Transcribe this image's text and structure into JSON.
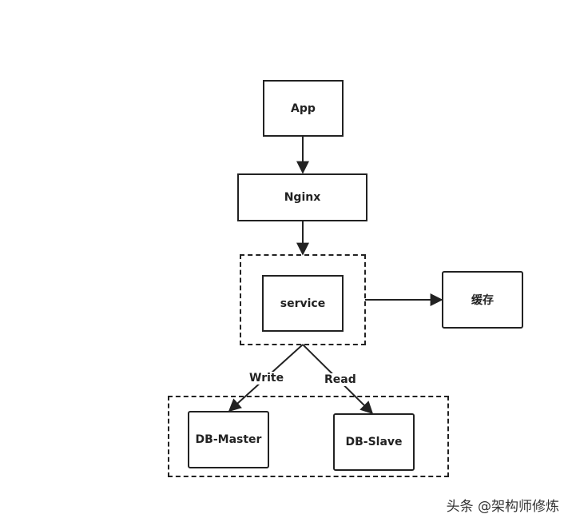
{
  "nodes": {
    "app": "App",
    "nginx": "Nginx",
    "service": "service",
    "cache": "缓存",
    "db_master": "DB-Master",
    "db_slave": "DB-Slave"
  },
  "edges": {
    "write": "Write",
    "read": "Read"
  },
  "watermark": "头条 @架构师修炼"
}
